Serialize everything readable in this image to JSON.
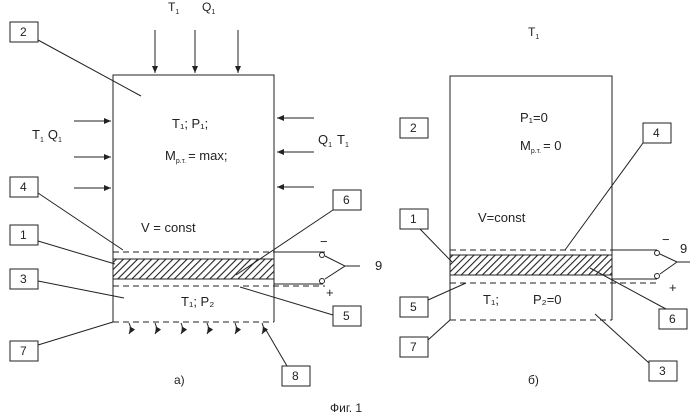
{
  "figure_caption": "Фиг. 1",
  "panel_a": {
    "caption": "а)",
    "top_T": "T",
    "top_T_sub": "1",
    "top_Q": "Q",
    "top_Q_sub": "1",
    "left_T": "T",
    "left_T_sub": "1",
    "left_Q": "Q",
    "left_Q_sub": "1",
    "right_Q": "Q",
    "right_Q_sub": "1",
    "right_T": "T",
    "right_T_sub": "1",
    "inner_line1": "T₁;  P₁;",
    "inner_line2_M": "M",
    "inner_line2_sub": "р.т.",
    "inner_line2_rest": "= max;",
    "volume": "V = const",
    "bottom_line": "T₁;  P₂",
    "minus": "−",
    "plus": "+",
    "callouts": [
      "2",
      "4",
      "1",
      "3",
      "7",
      "6",
      "5",
      "8",
      "9"
    ]
  },
  "panel_b": {
    "caption": "б)",
    "top_T": "T",
    "top_T_sub": "1",
    "inner_line1": "P₁=0",
    "inner_line2_M": "M",
    "inner_line2_sub": "р.т.",
    "inner_line2_rest": "= 0",
    "volume": "V=const",
    "bottom_line_T": "T₁;",
    "bottom_line_P": "P₂=0",
    "minus": "−",
    "plus": "+",
    "callouts": [
      "2",
      "1",
      "5",
      "7",
      "4",
      "6",
      "3",
      "9"
    ]
  }
}
